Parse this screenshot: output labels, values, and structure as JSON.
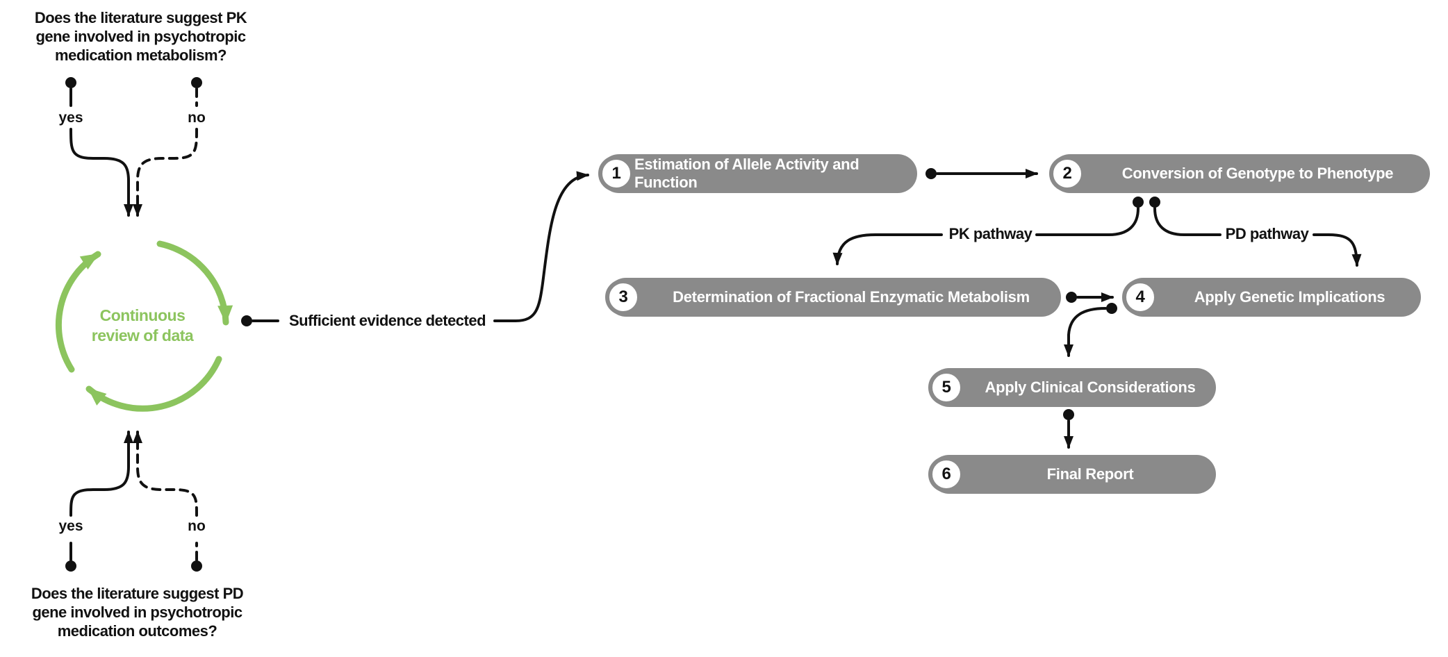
{
  "colors": {
    "cycle_green": "#8CC45E",
    "pill_gray": "#8A8A8A",
    "line_black": "#111111",
    "pill_text": "#FFFFFF"
  },
  "pk_branch": {
    "question": "Does the literature suggest PK\ngene involved in psychotropic\nmedication metabolism?",
    "yes_label": "yes",
    "no_label": "no"
  },
  "pd_branch": {
    "question": "Does the literature suggest PD\ngene involved in psychotropic\nmedication outcomes?",
    "yes_label": "yes",
    "no_label": "no"
  },
  "cycle": {
    "label": "Continuous\nreview of data"
  },
  "evidence_label": "Sufficient evidence detected",
  "pathways": {
    "pk": "PK pathway",
    "pd": "PD pathway"
  },
  "steps": [
    {
      "number": "1",
      "label": "Estimation of Allele Activity and Function"
    },
    {
      "number": "2",
      "label": "Conversion of Genotype to Phenotype"
    },
    {
      "number": "3",
      "label": "Determination of Fractional Enzymatic Metabolism"
    },
    {
      "number": "4",
      "label": "Apply Genetic Implications"
    },
    {
      "number": "5",
      "label": "Apply Clinical Considerations"
    },
    {
      "number": "6",
      "label": "Final Report"
    }
  ]
}
